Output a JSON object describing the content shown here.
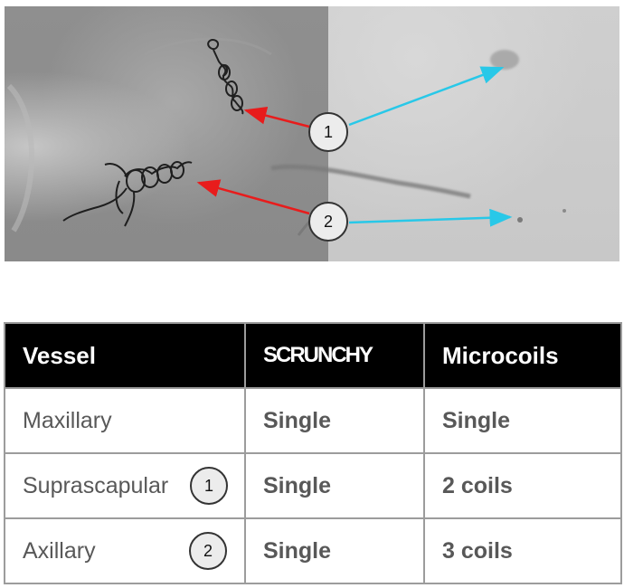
{
  "figure": {
    "callouts": [
      "1",
      "2"
    ],
    "arrow_colors": {
      "left": "#e81c1c",
      "right": "#28c8e8"
    }
  },
  "table": {
    "headers": [
      "Vessel",
      "SCRUNCHY",
      "Microcoils"
    ],
    "rows": [
      {
        "vessel": "Maxillary",
        "badge": "",
        "scrunchy": "Single",
        "microcoils": "Single"
      },
      {
        "vessel": "Suprascapular",
        "badge": "1",
        "scrunchy": "Single",
        "microcoils": "2 coils"
      },
      {
        "vessel": "Axillary",
        "badge": "2",
        "scrunchy": "Single",
        "microcoils": "3 coils"
      }
    ]
  }
}
